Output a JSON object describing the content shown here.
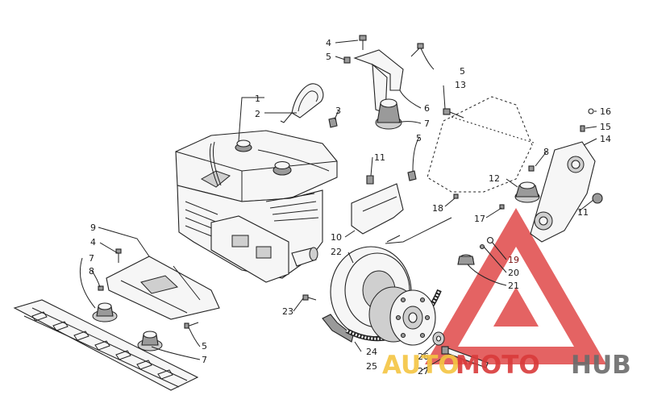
{
  "callouts": [
    {
      "id": "c1",
      "text": "1"
    },
    {
      "id": "c2",
      "text": "2"
    },
    {
      "id": "c3",
      "text": "3"
    },
    {
      "id": "c4a",
      "text": "4"
    },
    {
      "id": "c5a",
      "text": "5"
    },
    {
      "id": "c5b",
      "text": "5"
    },
    {
      "id": "c13",
      "text": "13"
    },
    {
      "id": "c6",
      "text": "6"
    },
    {
      "id": "c7a",
      "text": "7"
    },
    {
      "id": "c16",
      "text": "16"
    },
    {
      "id": "c15",
      "text": "15"
    },
    {
      "id": "c14",
      "text": "14"
    },
    {
      "id": "c5c",
      "text": "5"
    },
    {
      "id": "c11a",
      "text": "11"
    },
    {
      "id": "c8a",
      "text": "8"
    },
    {
      "id": "c12",
      "text": "12"
    },
    {
      "id": "c18",
      "text": "18"
    },
    {
      "id": "c11b",
      "text": "11"
    },
    {
      "id": "c17",
      "text": "17"
    },
    {
      "id": "c9",
      "text": "9"
    },
    {
      "id": "c4b",
      "text": "4"
    },
    {
      "id": "c10",
      "text": "10"
    },
    {
      "id": "c22",
      "text": "22"
    },
    {
      "id": "c7b",
      "text": "7"
    },
    {
      "id": "c8b",
      "text": "8"
    },
    {
      "id": "c19",
      "text": "19"
    },
    {
      "id": "c20",
      "text": "20"
    },
    {
      "id": "c21",
      "text": "21"
    },
    {
      "id": "c23",
      "text": "23"
    },
    {
      "id": "c5d",
      "text": "5"
    },
    {
      "id": "c7c",
      "text": "7"
    },
    {
      "id": "c24",
      "text": "24"
    },
    {
      "id": "c25",
      "text": "25"
    },
    {
      "id": "c26",
      "text": "26"
    },
    {
      "id": "c27",
      "text": "27"
    }
  ],
  "watermark": {
    "part1": "AUTO",
    "part2": "MOTO",
    "part3": "HUB",
    "colors": {
      "auto": "#f4c542",
      "moto": "#d93a3a",
      "hub": "#6b6b6b",
      "triangle": "#e04848"
    }
  }
}
